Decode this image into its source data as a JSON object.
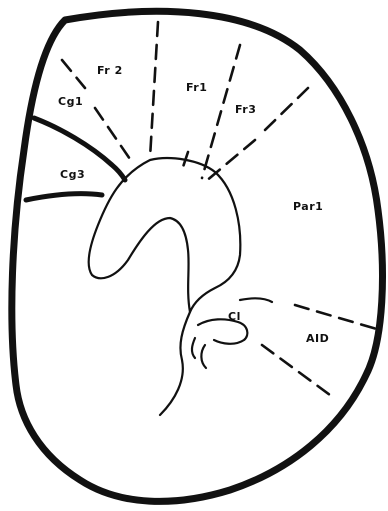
{
  "diagram": {
    "region_labels": {
      "fr2": "Fr 2",
      "cg1": "Cg1",
      "fr1": "Fr1",
      "fr3": "Fr3",
      "cg3": "Cg3",
      "par1": "Par1",
      "cl": "Cl",
      "aid": "AID"
    }
  }
}
